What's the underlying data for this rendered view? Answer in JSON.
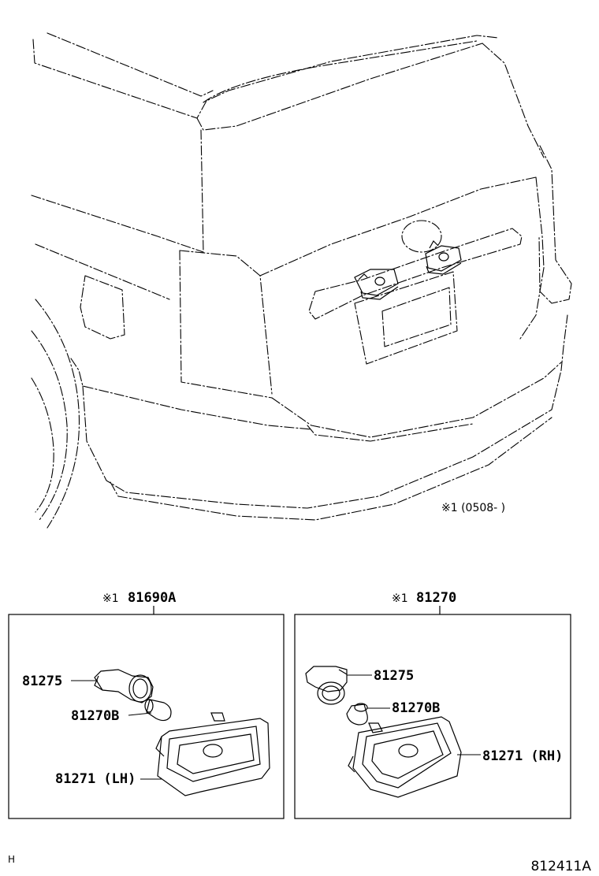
{
  "vehicle_note": "※1 (0508-      )",
  "groups": [
    {
      "marker": "※1",
      "part_number": "81690A",
      "parts": [
        {
          "number": "81275"
        },
        {
          "number": "81270B"
        },
        {
          "number": "81271 (LH)"
        }
      ]
    },
    {
      "marker": "※1",
      "part_number": "81270",
      "parts": [
        {
          "number": "81275"
        },
        {
          "number": "81270B"
        },
        {
          "number": "81271 (RH)"
        }
      ]
    }
  ],
  "footer": {
    "left_mark": "H",
    "drawing_code": "812411A"
  }
}
